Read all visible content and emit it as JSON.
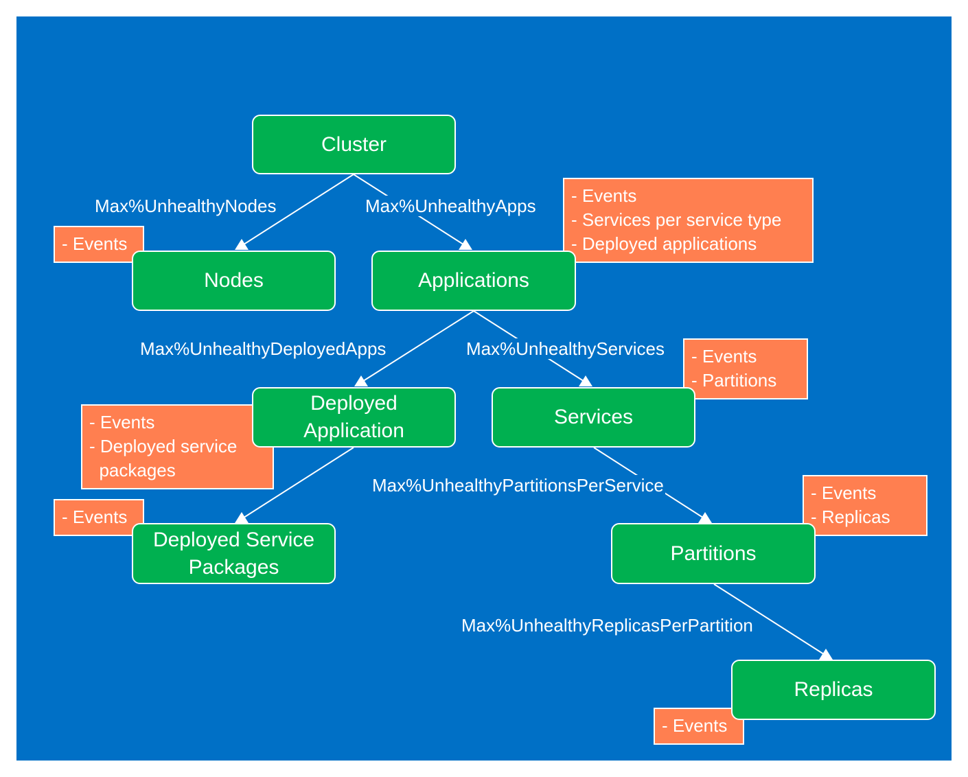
{
  "colors": {
    "background": "#0070c6",
    "node_fill": "#00b050",
    "note_fill": "#ff7f50",
    "line": "#ffffff"
  },
  "nodes": {
    "cluster": "Cluster",
    "nodes": "Nodes",
    "applications": "Applications",
    "deployed_application": "Deployed\nApplication",
    "services": "Services",
    "deployed_service_packages": "Deployed Service\nPackages",
    "partitions": "Partitions",
    "replicas": "Replicas"
  },
  "edge_labels": {
    "nodes": "Max%UnhealthyNodes",
    "apps": "Max%UnhealthyApps",
    "deployed_apps": "Max%UnhealthyDeployedApps",
    "services": "Max%UnhealthyServices",
    "partitions": "Max%UnhealthyPartitionsPerService",
    "replicas": "Max%UnhealthyReplicasPerPartition"
  },
  "notes": {
    "nodes": [
      "- Events"
    ],
    "applications": [
      "- Events",
      "- Services per service type",
      "- Deployed applications"
    ],
    "services": [
      "- Events",
      "- Partitions"
    ],
    "deployed_application": [
      "- Events",
      "- Deployed service",
      "  packages"
    ],
    "deployed_service_packages": [
      "- Events"
    ],
    "partitions": [
      "- Events",
      "- Replicas"
    ],
    "replicas": [
      "- Events"
    ]
  }
}
